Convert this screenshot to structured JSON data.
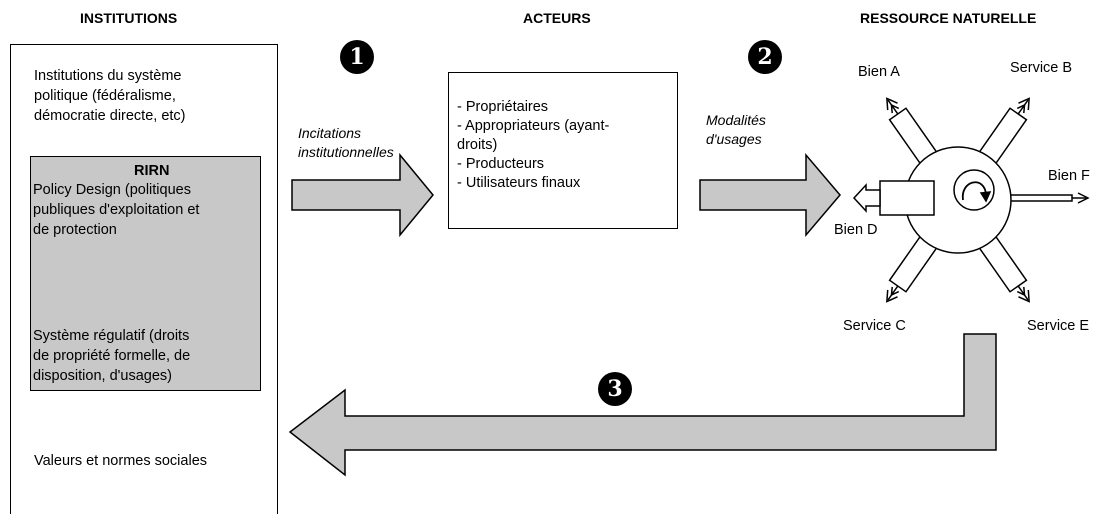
{
  "headers": {
    "institutions": "INSTITUTIONS",
    "acteurs": "ACTEURS",
    "ressource": "RESSOURCE NATURELLE"
  },
  "badges": {
    "one": "1",
    "two": "2",
    "three": "3"
  },
  "institutions_box": {
    "system_line1": "Institutions du système",
    "system_line2": "politique (fédéralisme,",
    "system_line3": "démocratie directe, etc)",
    "rirn": {
      "title": "RIRN",
      "policy_line1": "Policy Design (politiques",
      "policy_line2": "publiques d'exploitation et",
      "policy_line3": "de protection",
      "reg_line1": "Système régulatif (droits",
      "reg_line2": "de propriété formelle, de",
      "reg_line3": "disposition, d'usages)"
    },
    "values": "Valeurs et normes sociales"
  },
  "incitations": {
    "line1": "Incitations",
    "line2": "institutionnelles"
  },
  "acteurs_box": {
    "items": [
      "- Propriétaires",
      "- Appropriateurs (ayant-",
      "droits)",
      "- Producteurs",
      "- Utilisateurs finaux"
    ]
  },
  "modalites": {
    "line1": "Modalités",
    "line2": "d'usages"
  },
  "resource_labels": {
    "bien_a": "Bien A",
    "service_b": "Service B",
    "bien_f": "Bien F",
    "bien_d": "Bien D",
    "service_c": "Service C",
    "service_e": "Service E"
  }
}
